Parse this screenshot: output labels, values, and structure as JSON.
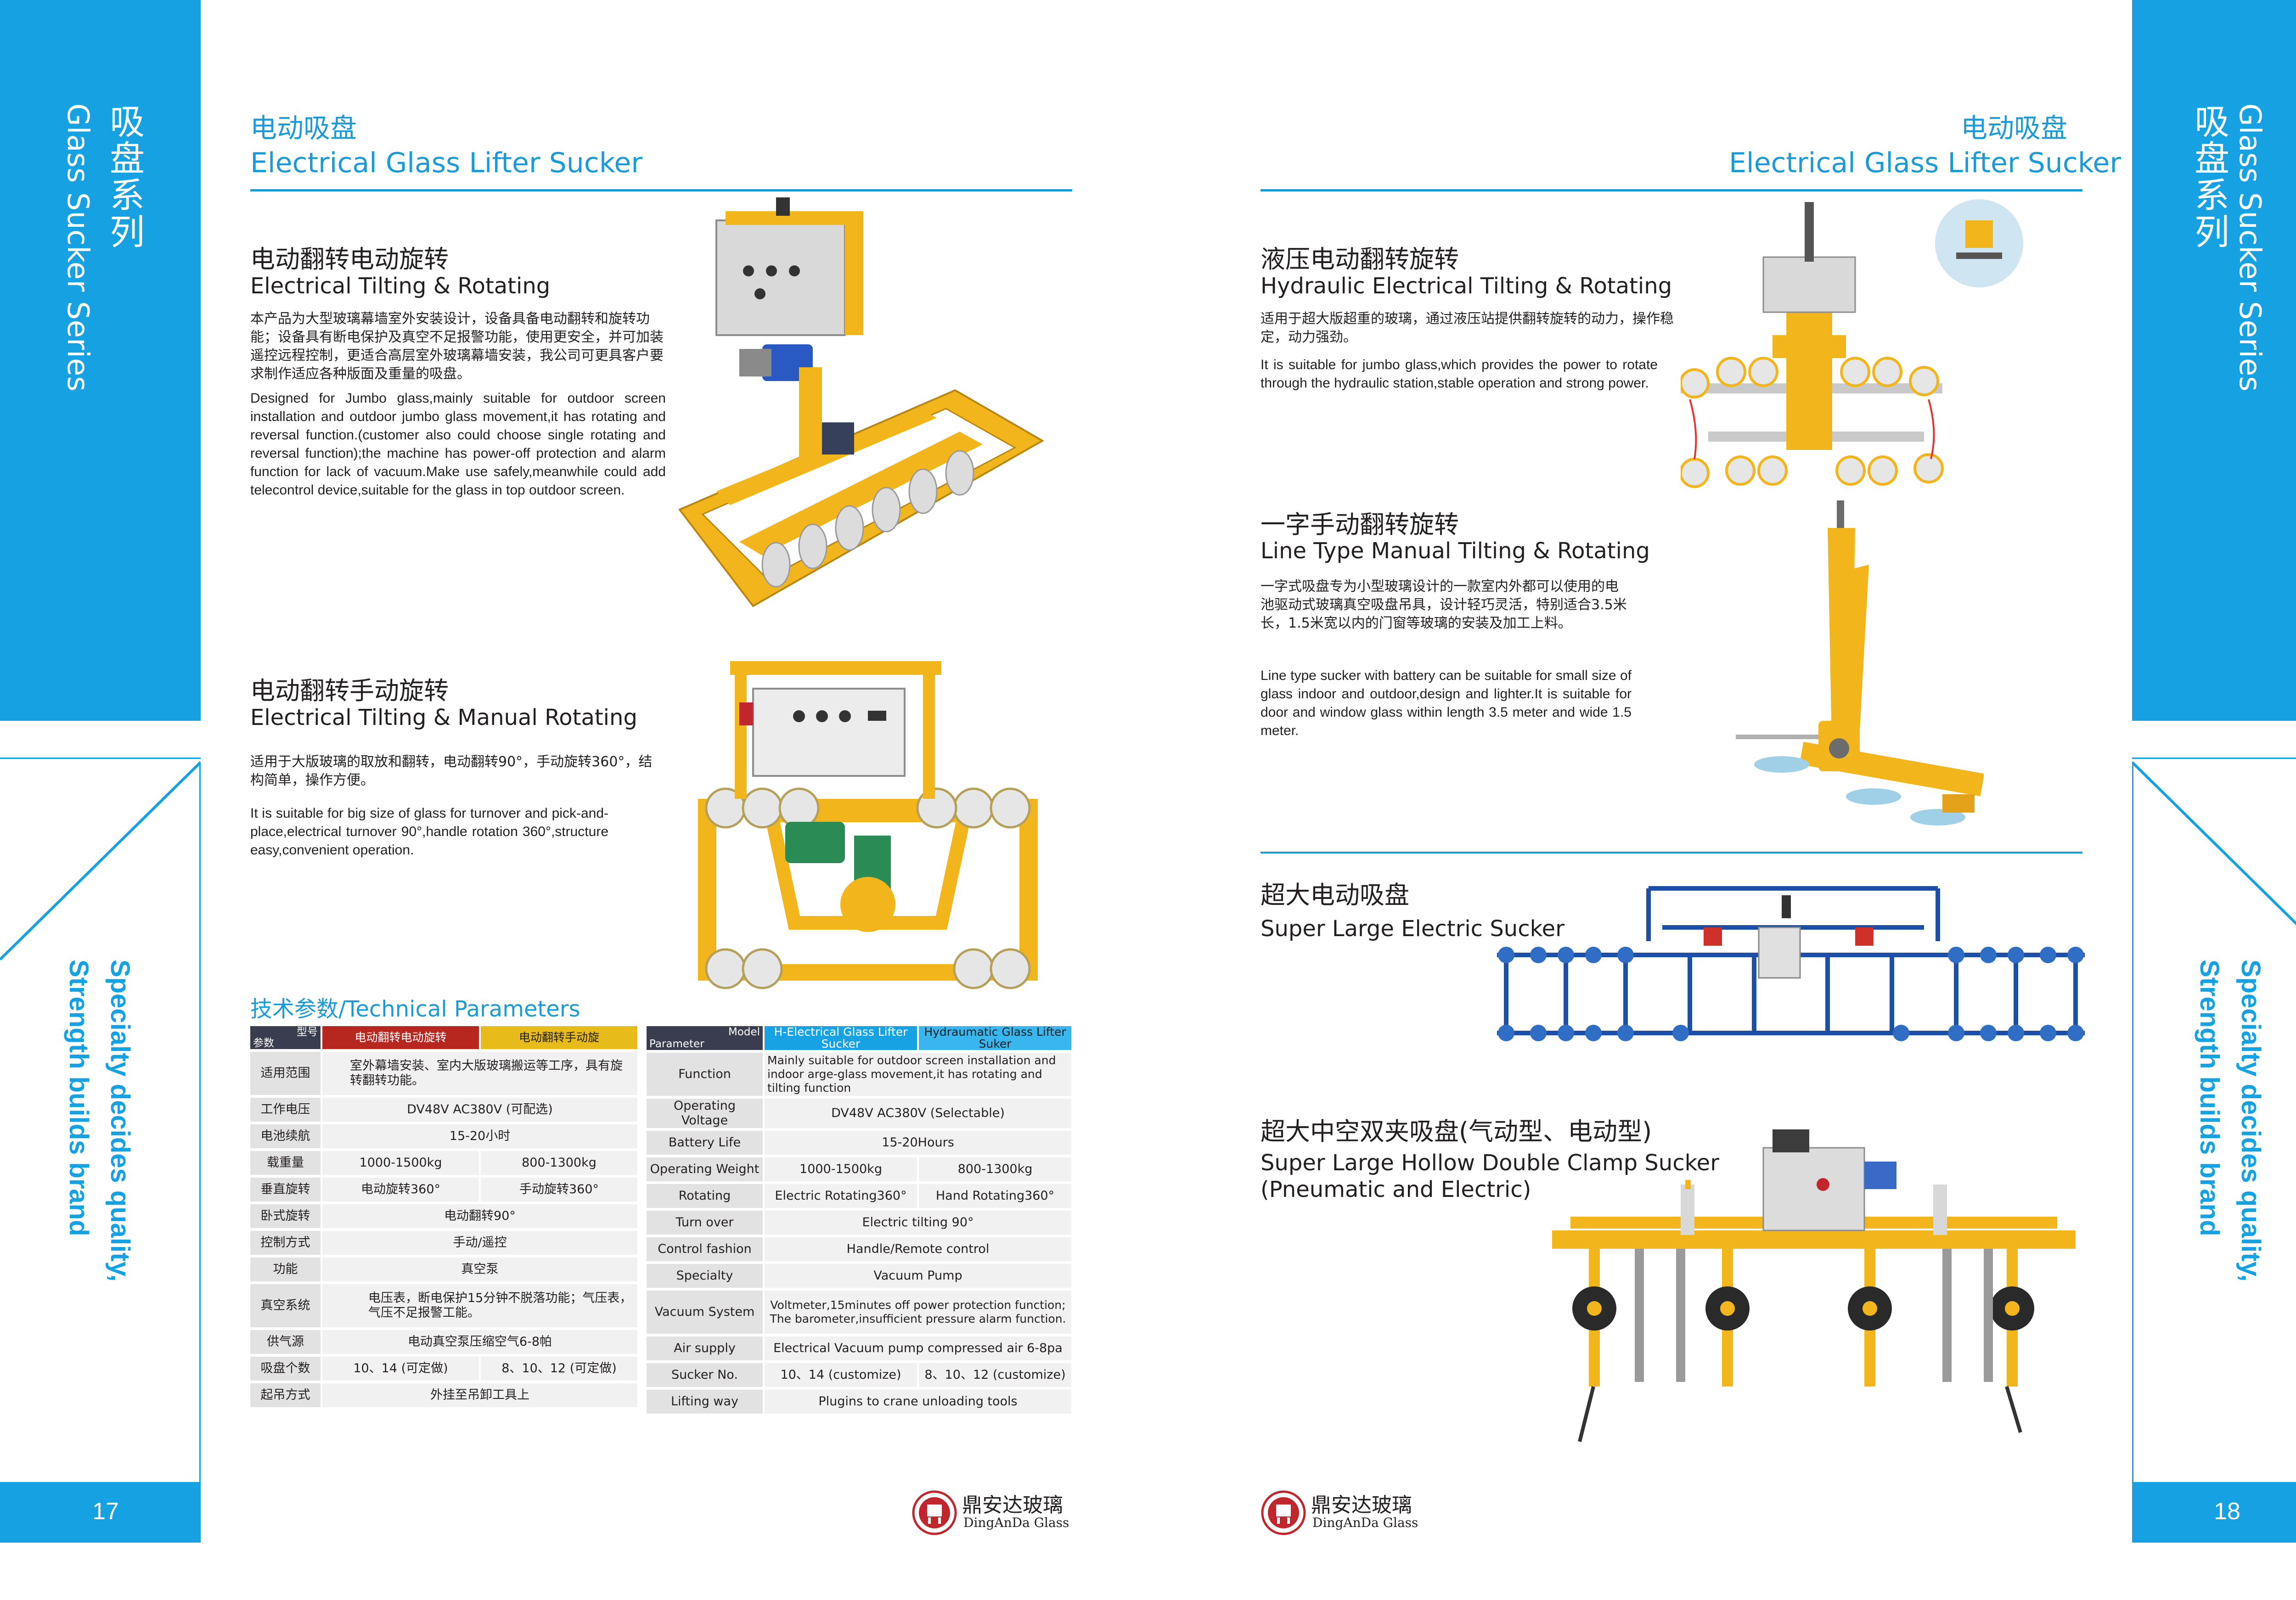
{
  "left_page": {
    "side_tab_cn": "吸盘系列",
    "side_tab_en": "Glass Sucker Series",
    "slogan_line1": "Specialty decides quality,",
    "slogan_line2": "Strength builds brand",
    "page_number": "17",
    "header_cn": "电动吸盘",
    "header_en": "Electrical Glass Lifter Sucker",
    "section1": {
      "title_cn": "电动翻转电动旋转",
      "title_en": "Electrical Tilting & Rotating",
      "desc_cn": "本产品为大型玻璃幕墙室外安装设计，设备具备电动翻转和旋转功能；设备具有断电保护及真空不足报警功能，使用更安全，并可加装遥控远程控制，更适合高层室外玻璃幕墙安装，我公司可更具客户要求制作适应各种版面及重量的吸盘。",
      "desc_en": "Designed for Jumbo glass,mainly suitable for outdoor screen installation and outdoor jumbo glass movement,it has rotating and reversal function.(customer also could choose single rotating and reversal function);the machine has power-off protection and alarm function for lack of vacuum.Make use safely,meanwhile could add telecontrol device,suitable for the glass in top outdoor screen."
    },
    "section2": {
      "title_cn": "电动翻转手动旋转",
      "title_en": "Electrical Tilting & Manual Rotating",
      "desc_cn": "适用于大版玻璃的取放和翻转，电动翻转90°，手动旋转360°，结构简单，操作方便。",
      "desc_en": "It is suitable for big size of glass for turnover and pick-and-place,electrical turnover 90°,handle rotation 360°,structure easy,convenient operation."
    },
    "tech_title": "技术参数/Technical Parameters",
    "table_cn": {
      "header": {
        "diag_top": "型号",
        "diag_bottom": "参数",
        "col1": "电动翻转电动旋转",
        "col2": "电动翻转手动旋"
      },
      "rows": [
        {
          "label": "适用范围",
          "merged": "室外幕墙安装、室内大版玻璃搬运等工序，具有旋转翻转功能。"
        },
        {
          "label": "工作电压",
          "merged": "DV48V AC380V (可配选)"
        },
        {
          "label": "电池续航",
          "merged": "15-20小时"
        },
        {
          "label": "载重量",
          "v1": "1000-1500kg",
          "v2": "800-1300kg"
        },
        {
          "label": "垂直旋转",
          "v1": "电动旋转360°",
          "v2": "手动旋转360°"
        },
        {
          "label": "卧式旋转",
          "merged": "电动翻转90°"
        },
        {
          "label": "控制方式",
          "merged": "手动/遥控"
        },
        {
          "label": "功能",
          "merged": "真空泵"
        },
        {
          "label": "真空系统",
          "merged": "电压表，断电保护15分钟不脱落功能；气压表，气压不足报警工能。"
        },
        {
          "label": "供气源",
          "merged": "电动真空泵压缩空气6-8帕"
        },
        {
          "label": "吸盘个数",
          "v1": "10、14 (可定做)",
          "v2": "8、10、12 (可定做)"
        },
        {
          "label": "起吊方式",
          "merged": "外挂至吊卸工具上"
        }
      ]
    },
    "table_en": {
      "header": {
        "diag_top": "Model",
        "diag_bottom": "Parameter",
        "col1": "H-Electrical Glass Lifter Sucker",
        "col2": "Hydraumatic Glass Lifter Suker"
      },
      "rows": [
        {
          "label": "Function",
          "merged": "Mainly suitable for outdoor screen installation and indoor arge-glass movement,it has rotating and tilting function"
        },
        {
          "label": "Operating Voltage",
          "merged": "DV48V AC380V (Selectable)"
        },
        {
          "label": "Battery Life",
          "merged": "15-20Hours"
        },
        {
          "label": "Operating Weight",
          "v1": "1000-1500kg",
          "v2": "800-1300kg"
        },
        {
          "label": "Rotating",
          "v1": "Electric Rotating360°",
          "v2": "Hand Rotating360°"
        },
        {
          "label": "Turn over",
          "merged": "Electric tilting 90°"
        },
        {
          "label": "Control fashion",
          "merged": "Handle/Remote control"
        },
        {
          "label": "Specialty",
          "merged": "Vacuum Pump"
        },
        {
          "label": "Vacuum System",
          "merged": "Voltmeter,15minutes off power protection function; The barometer,insufficient pressure alarm function."
        },
        {
          "label": "Air supply",
          "merged": "Electrical Vacuum pump compressed air 6-8pa"
        },
        {
          "label": "Sucker No.",
          "v1": "10、14 (customize)",
          "v2": "8、10、12 (customize)"
        },
        {
          "label": "Lifting way",
          "merged": "Plugins to crane unloading tools"
        }
      ]
    },
    "logo_cn": "鼎安达玻璃",
    "logo_en": "DingAnDa Glass"
  },
  "right_page": {
    "side_tab_cn": "吸盘系列",
    "side_tab_en": "Glass Sucker Series",
    "slogan_line1": "Specialty decides quality,",
    "slogan_line2": "Strength builds brand",
    "page_number": "18",
    "header_cn": "电动吸盘",
    "header_en": "Electrical Glass Lifter Sucker",
    "section1": {
      "title_cn": "液压电动翻转旋转",
      "title_en": "Hydraulic Electrical Tilting & Rotating",
      "desc_cn": "适用于超大版超重的玻璃，通过液压站提供翻转旋转的动力，操作稳定，动力强劲。",
      "desc_en": "It is suitable for jumbo glass,which provides the power to rotate through the hydraulic station,stable operation and strong power."
    },
    "section2": {
      "title_cn": "一字手动翻转旋转",
      "title_en": "Line Type Manual Tilting & Rotating",
      "desc_cn": "一字式吸盘专为小型玻璃设计的一款室内外都可以使用的电池驱动式玻璃真空吸盘吊具，设计轻巧灵活，特别适合3.5米长，1.5米宽以内的门窗等玻璃的安装及加工上料。",
      "desc_en": "Line type sucker with battery can be suitable for small size of glass indoor and outdoor,design and lighter.It is suitable for door and window glass within length 3.5 meter and wide 1.5 meter."
    },
    "section3": {
      "title_cn": "超大电动吸盘",
      "title_en": "Super Large Electric Sucker"
    },
    "section4": {
      "title_cn": "超大中空双夹吸盘(气动型、电动型)",
      "title_en_line1": "Super Large Hollow Double Clamp Sucker",
      "title_en_line2": "(Pneumatic and Electric)"
    },
    "logo_cn": "鼎安达玻璃",
    "logo_en": "DingAnDa Glass"
  },
  "colors": {
    "accent": "#16a1e3",
    "text": "#231f20",
    "machine_yellow": "#f2b51c",
    "machine_blue": "#1e4fa8",
    "seal_red": "#c0262c"
  }
}
